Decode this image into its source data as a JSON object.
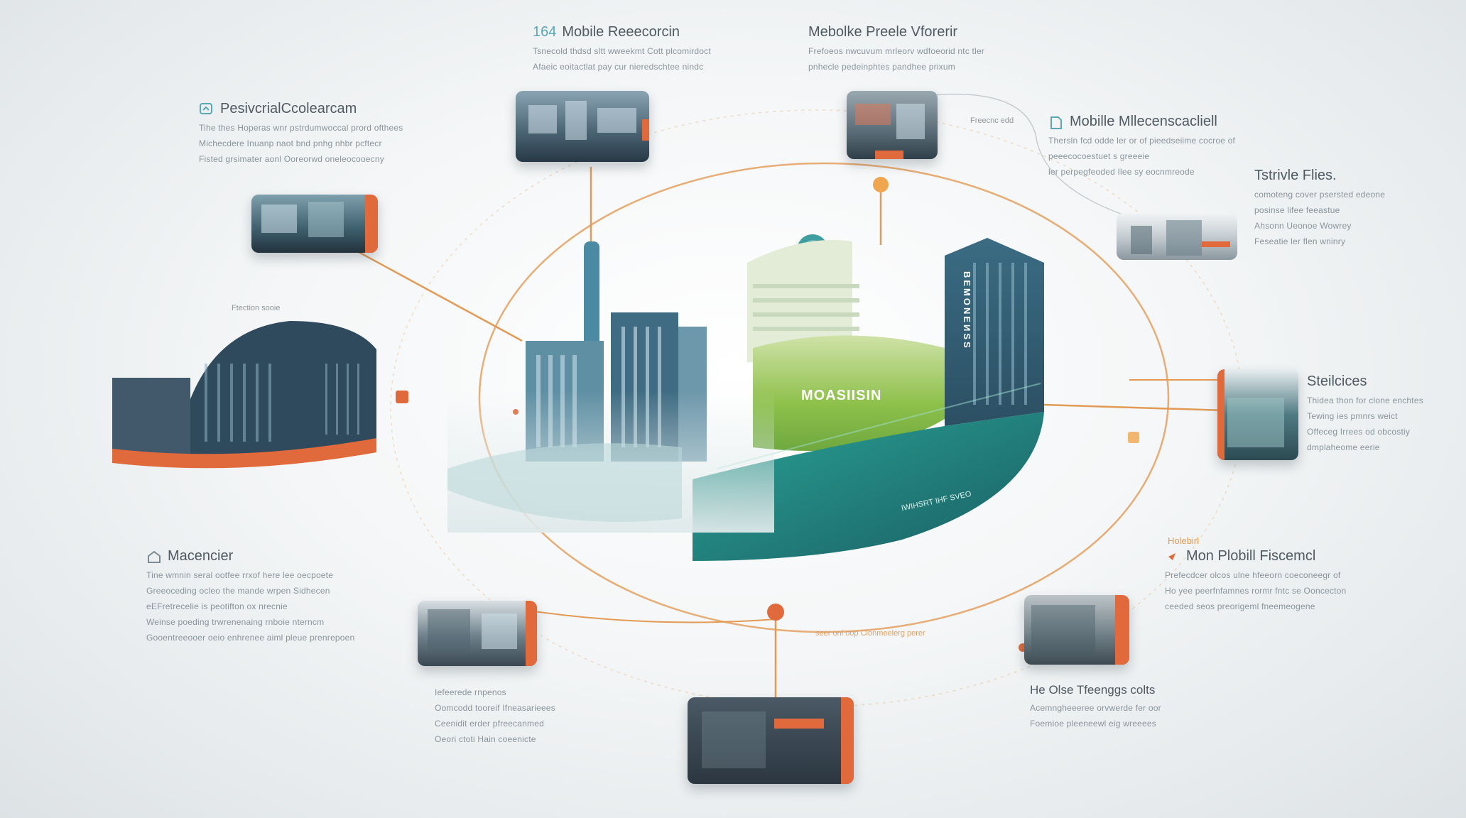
{
  "center": {
    "label": "MOASIISIN",
    "vertical_label": "ВЕМОNEИЅЅ",
    "curve_text": "IWIHSRT  IHF SVEO"
  },
  "blocks": {
    "top_left": {
      "title_prefix": "164",
      "title": "Mobile Reeecorcin",
      "lines": [
        "Tsnecold thdsd sltt wweekmt Cott plcomirdoct",
        "Afaeic eoitactlat pay cur nieredschtee nindc"
      ]
    },
    "top_right": {
      "title": "Mebolke Preele Vforerir",
      "lines": [
        "Frefoeos nwcuvum mrleorv wdfoeorid ntc tler",
        "pnhecle pedeinphtes pandhee prixum"
      ]
    },
    "left_upper": {
      "title": "PesivcrialCcolearcam",
      "lines": [
        "Tihe thes Hoperas wnr pstrdumwoccal prord ofthees",
        "Michecdere Inuanp naot bnd pnhg nhbr pcftecr",
        "Fisted grsimater aonl Ooreorwd oneleocooecny"
      ]
    },
    "right_upper": {
      "tag": "Freecnc edd",
      "title": "Mobille Mllecenscacliell",
      "lines": [
        "Thersln fcd odde ler or of pieedseiime cocroe of",
        "peeecocoestuet s greeeie",
        "ler perpegfeoded Ilee sy eocnmreode"
      ]
    },
    "right_mid": {
      "title": "Tstrivle Flies.",
      "lines": [
        "comoteng cover psersted edeone",
        "posinse lifee feeastue",
        "Ahsonn Ueonoe Wowrey",
        "Feseatie ler flen wninry"
      ]
    },
    "right_lower": {
      "title": "Steilcices",
      "lines": [
        "Thidea thon for clone enchtes",
        "Tewing ies pmnrs weict",
        "Offeceg Irrees od obcostiy",
        "dmplaheome eerie"
      ]
    },
    "left_lower": {
      "title": "Macencier",
      "lines": [
        "Tine wmnin seral ootfee rrxof here lee oecpoete",
        "Greeoceding ocleo the mande wrpen Sidhecen",
        "eEFretrecelie is peotifton ox nrecnie",
        "Weinse poeding trwrenenaing rnboie nterncm",
        "Gooentreeooer oeio enhrenee aiml pleue prenrepoen"
      ]
    },
    "bottom_right": {
      "tag": "Holebirl",
      "title": "Mon Plobill Fiscemcl",
      "lines": [
        "Prefecdcer olcos ulne hfeeorn coeconeegr of",
        "Ho yee peerfnfamnes rormr fntc se Ooncecton",
        "ceeded seos preorigeml fneemeogene"
      ]
    },
    "bottom_center_left": {
      "lines": [
        "Iefeerede rnpenos",
        "Oomcodd tooreif Ifneasarieees",
        "Ceenidit erder pfreecanmed",
        "Oeori ctoti Hain coeenicte"
      ]
    },
    "bottom_center_right": {
      "title": "He Olse Tfeenggs colts",
      "lines": [
        "Acemngheeeree orvwerde fer oor",
        "Foemioe pleeneewl eig wreeees"
      ]
    },
    "misc_tags": {
      "left_tag": "Ftection sooie",
      "bottom_tag": "seer onl oop   Clonmeelerg perer"
    }
  },
  "colors": {
    "connector": "#e39a55",
    "orange": "#e06a3c",
    "teal_dark": "#1c5f64",
    "teal": "#2d8f86",
    "green": "#8dc04a",
    "slate": "#3b4a57",
    "icon": "#5aa8b6"
  }
}
